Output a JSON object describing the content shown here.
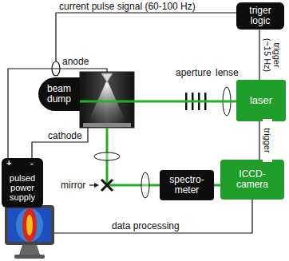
{
  "diagram": {
    "nodes": [
      {
        "text": [
          "triger logic"
        ]
      },
      {
        "text": [
          "beam dump"
        ]
      },
      {
        "text": [
          "laser"
        ]
      },
      {
        "text": [
          "+",
          "-",
          "pulsed power supply"
        ]
      },
      {
        "text": [
          "spectro- meter"
        ]
      },
      {
        "text": [
          "ICCD- camera"
        ]
      }
    ],
    "edges": [
      {
        "from": 0,
        "to": 2,
        "arrow": "none",
        "label": "trigger (~15 Hz)"
      },
      {
        "from": 2,
        "to": 5,
        "arrow": "none",
        "label": "trigger"
      },
      {
        "from": 2,
        "to": 1,
        "arrow": "none"
      },
      {
        "from": 4,
        "to": 5,
        "arrow": "none"
      }
    ],
    "labels": [
      "current pulse signal (60-100 Hz)",
      "anode",
      "aperture",
      "lense",
      "cathode",
      "mirror",
      "data processing"
    ]
  }
}
